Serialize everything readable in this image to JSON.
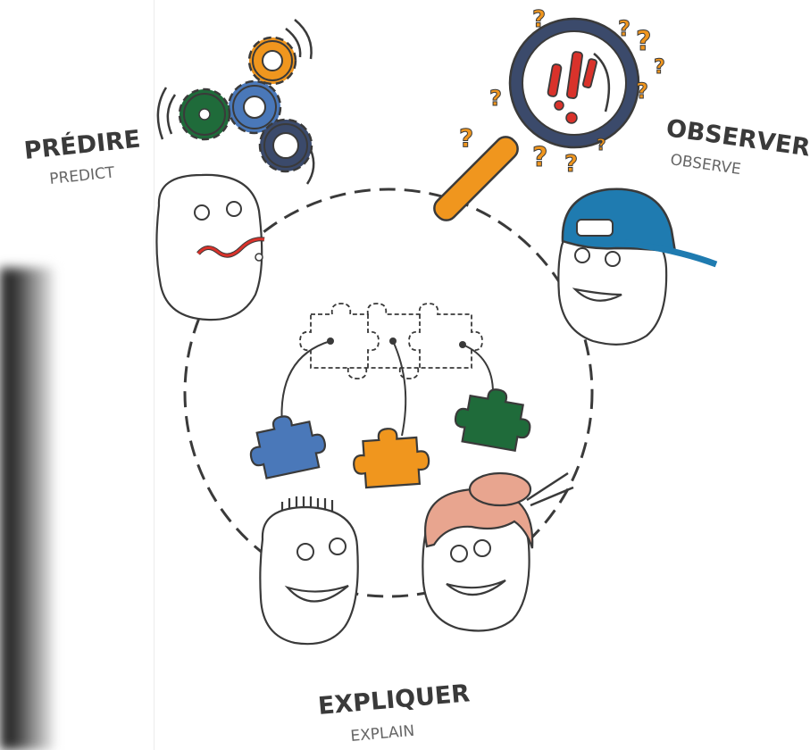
{
  "labels": {
    "predict_fr": "PRÉDIRE",
    "predict_en": "PREDICT",
    "observe_fr": "OBSERVER",
    "observe_en": "OBSERVE",
    "explain_fr": "EXPLIQUER",
    "explain_en": "EXPLAIN"
  },
  "colors": {
    "orange": "#f0961e",
    "blue": "#4a78b9",
    "green": "#1f6b3a",
    "navy": "#3b4a6b",
    "red": "#d9322b",
    "cap": "#1f7bb0",
    "hair": "#e8a58f",
    "outline": "#3a3a3a"
  },
  "icons": [
    "gears-icon",
    "magnifier-icon",
    "question-mark-icon",
    "puzzle-piece-icon",
    "face-icon"
  ]
}
